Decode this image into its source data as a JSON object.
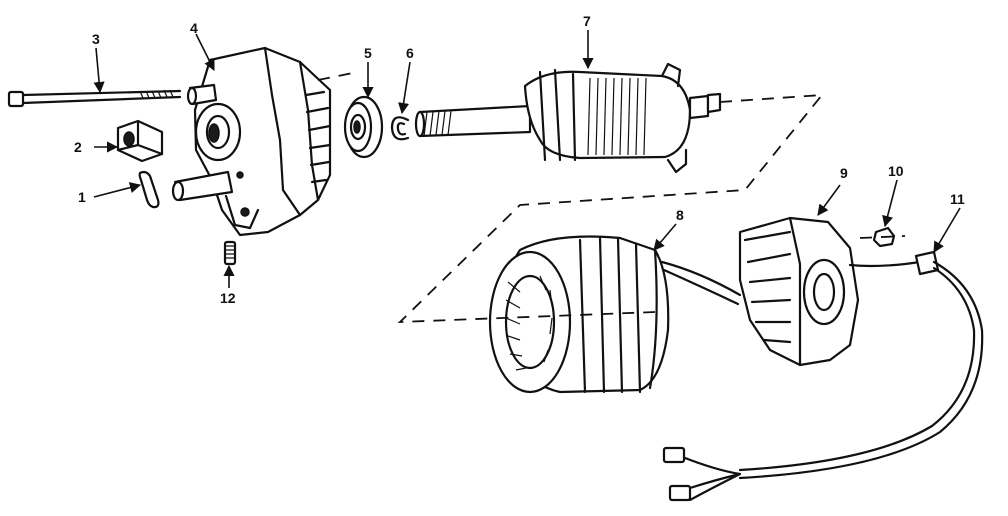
{
  "diagram": {
    "callouts": [
      "3",
      "4",
      "5",
      "6",
      "7",
      "2",
      "1",
      "12",
      "8",
      "9",
      "10",
      "11"
    ]
  }
}
